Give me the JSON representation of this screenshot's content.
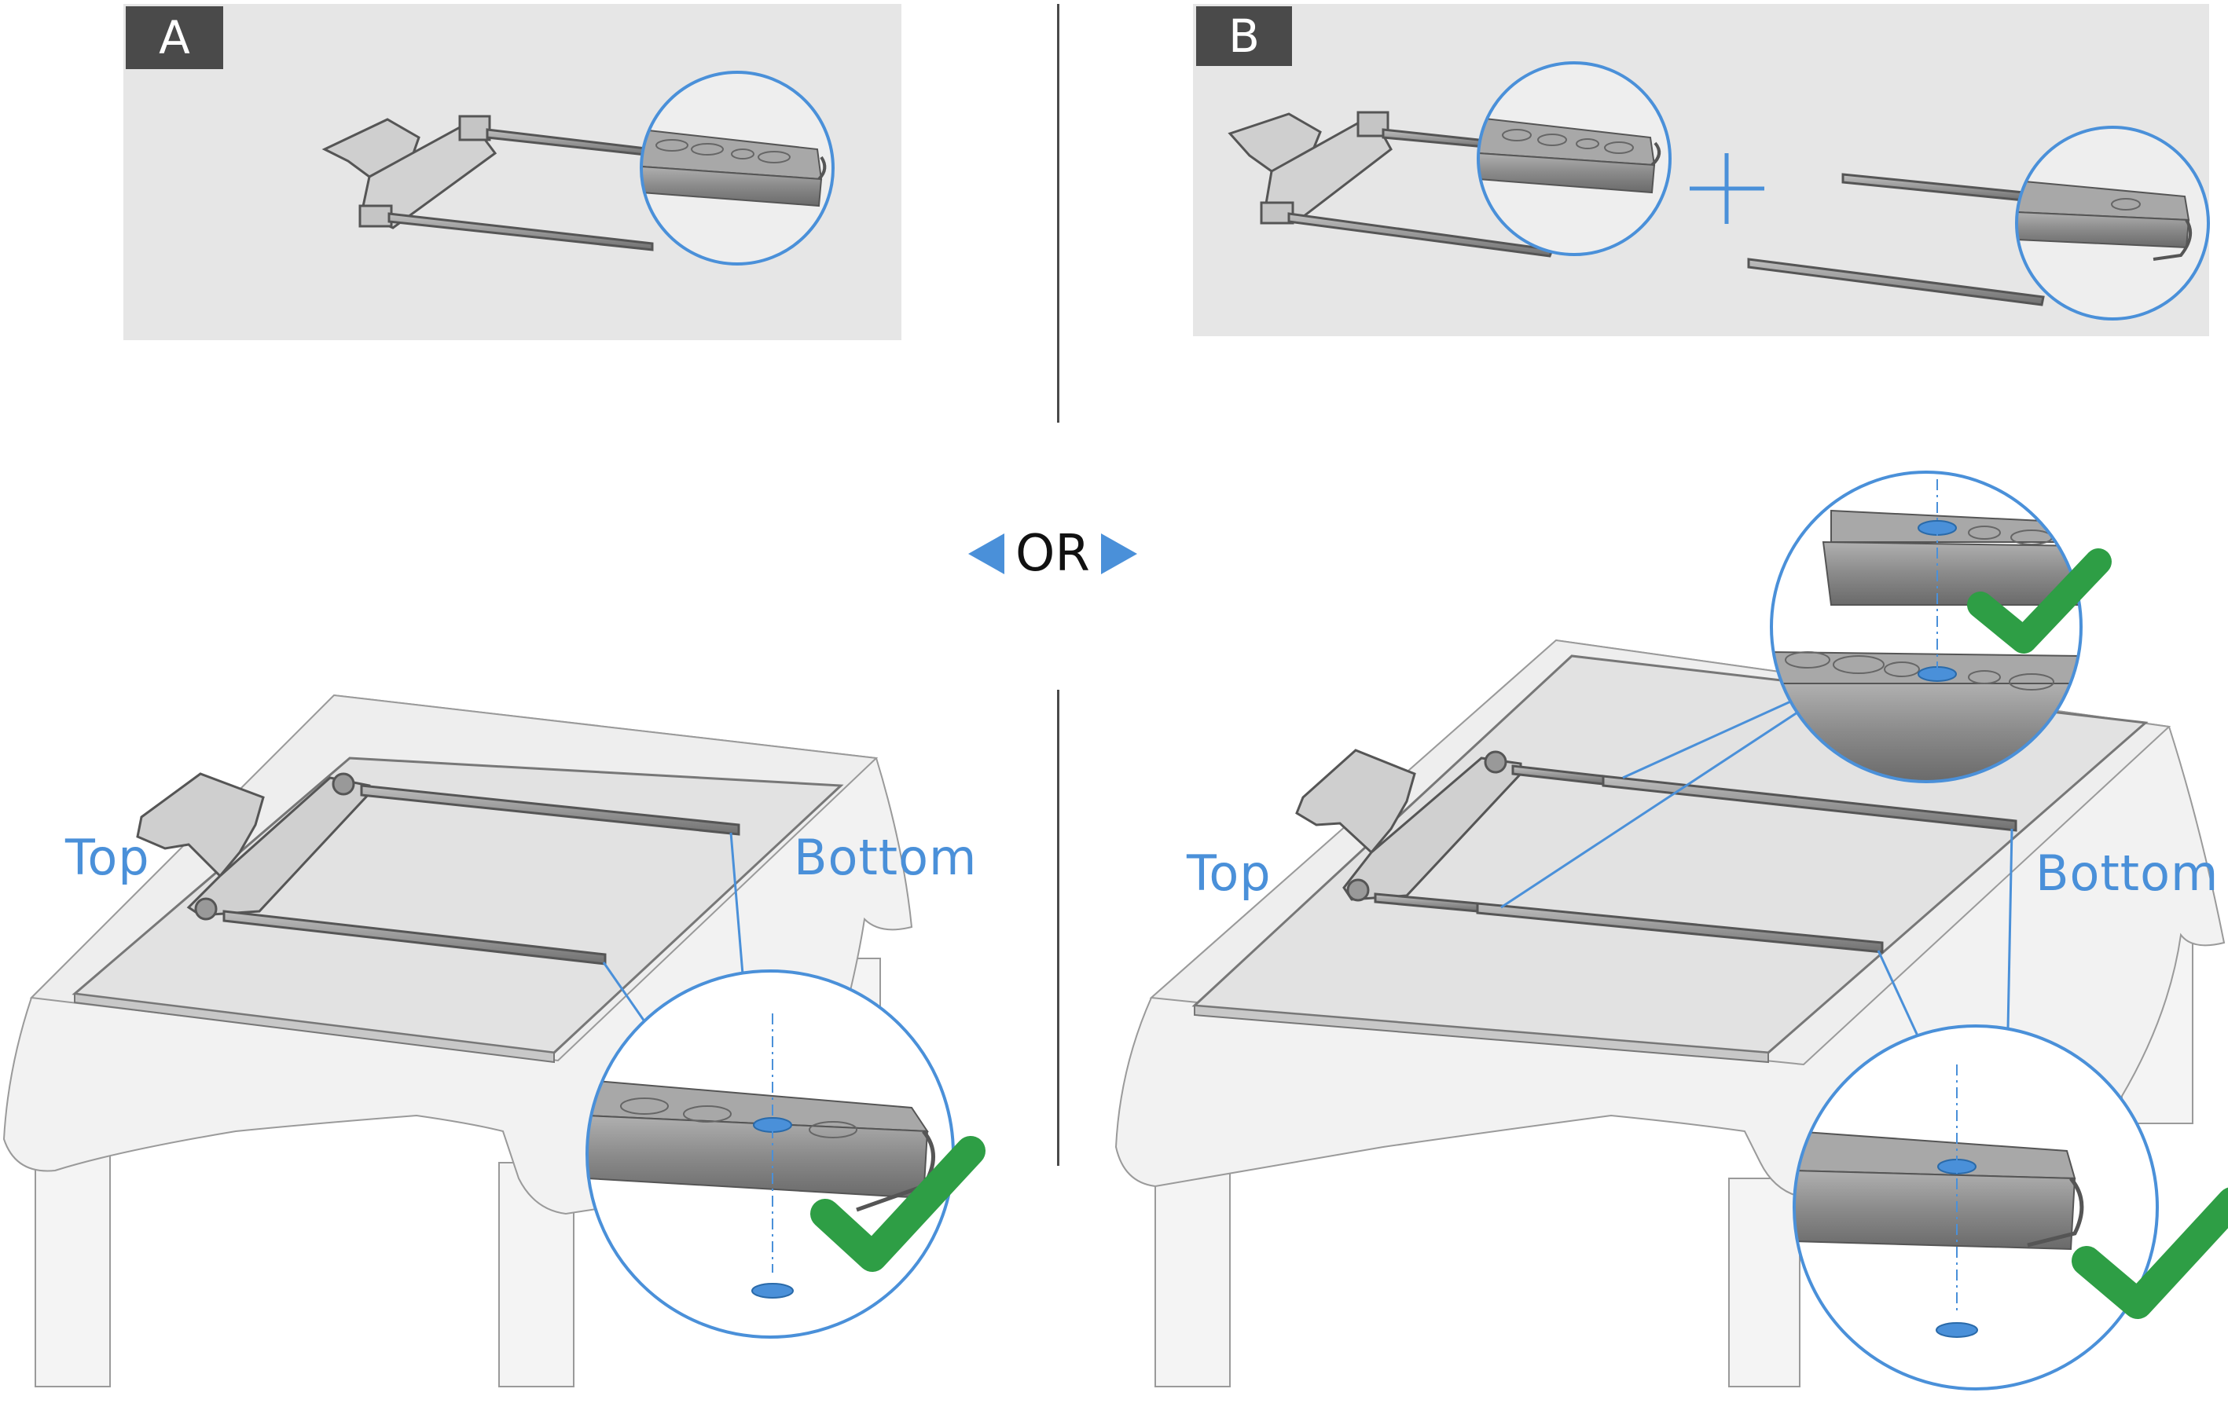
{
  "panels": {
    "a": {
      "label": "A"
    },
    "b": {
      "label": "B"
    }
  },
  "separator": {
    "text": "OR"
  },
  "scene_left": {
    "top_label": "Top",
    "bottom_label": "Bottom"
  },
  "scene_right": {
    "top_label": "Top",
    "bottom_label": "Bottom"
  },
  "colors": {
    "accent_blue": "#4a90d9",
    "check_green": "#2e9e45",
    "badge_gray": "#4a4a4a",
    "panel_gray": "#e6e6e6",
    "metal_gray": "#8a8a8a"
  },
  "icons": [
    "arrow-left-icon",
    "arrow-right-icon",
    "checkmark-icon",
    "plus-icon",
    "magnifier-circle-icon"
  ]
}
